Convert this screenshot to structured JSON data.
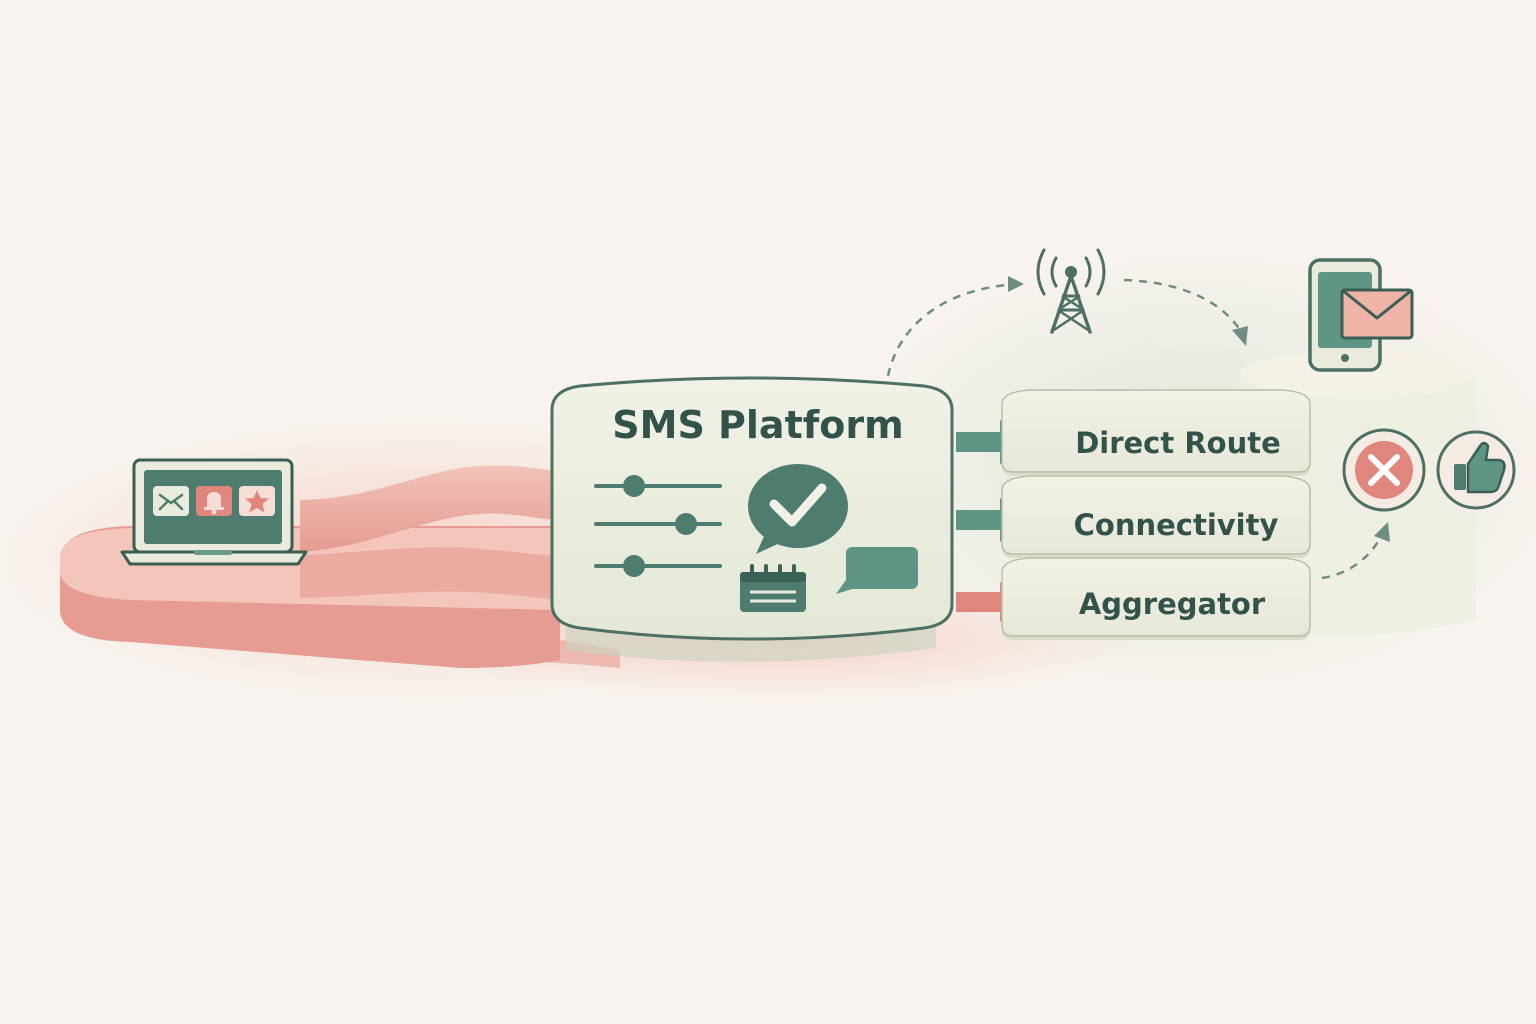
{
  "platform": {
    "title": "SMS Platform"
  },
  "routes": [
    {
      "label": "Direct Route",
      "arrow_color": "#5f9584"
    },
    {
      "label": "Connectivity",
      "arrow_color": "#5f9584"
    },
    {
      "label": "Aggregator",
      "arrow_color": "#e0867d"
    }
  ],
  "icons": {
    "sender": "laptop-icon",
    "sender_apps": [
      "mail-icon",
      "bell-icon",
      "star-icon"
    ],
    "controls": "sliders-icon",
    "delivered": "chat-check-icon",
    "schedule": "calendar-icon",
    "message": "message-bubble-icon",
    "network": "cell-tower-icon",
    "recipient": "phone-envelope-icon",
    "failure": "x-circle-icon",
    "success": "thumbs-up-icon"
  },
  "colors": {
    "teal": "#4e7c6e",
    "teal_dark": "#33534a",
    "coral": "#e0867d",
    "coral_soft": "#eeb0a6",
    "panel": "#eef0e2",
    "background": "#f8f3ee"
  }
}
